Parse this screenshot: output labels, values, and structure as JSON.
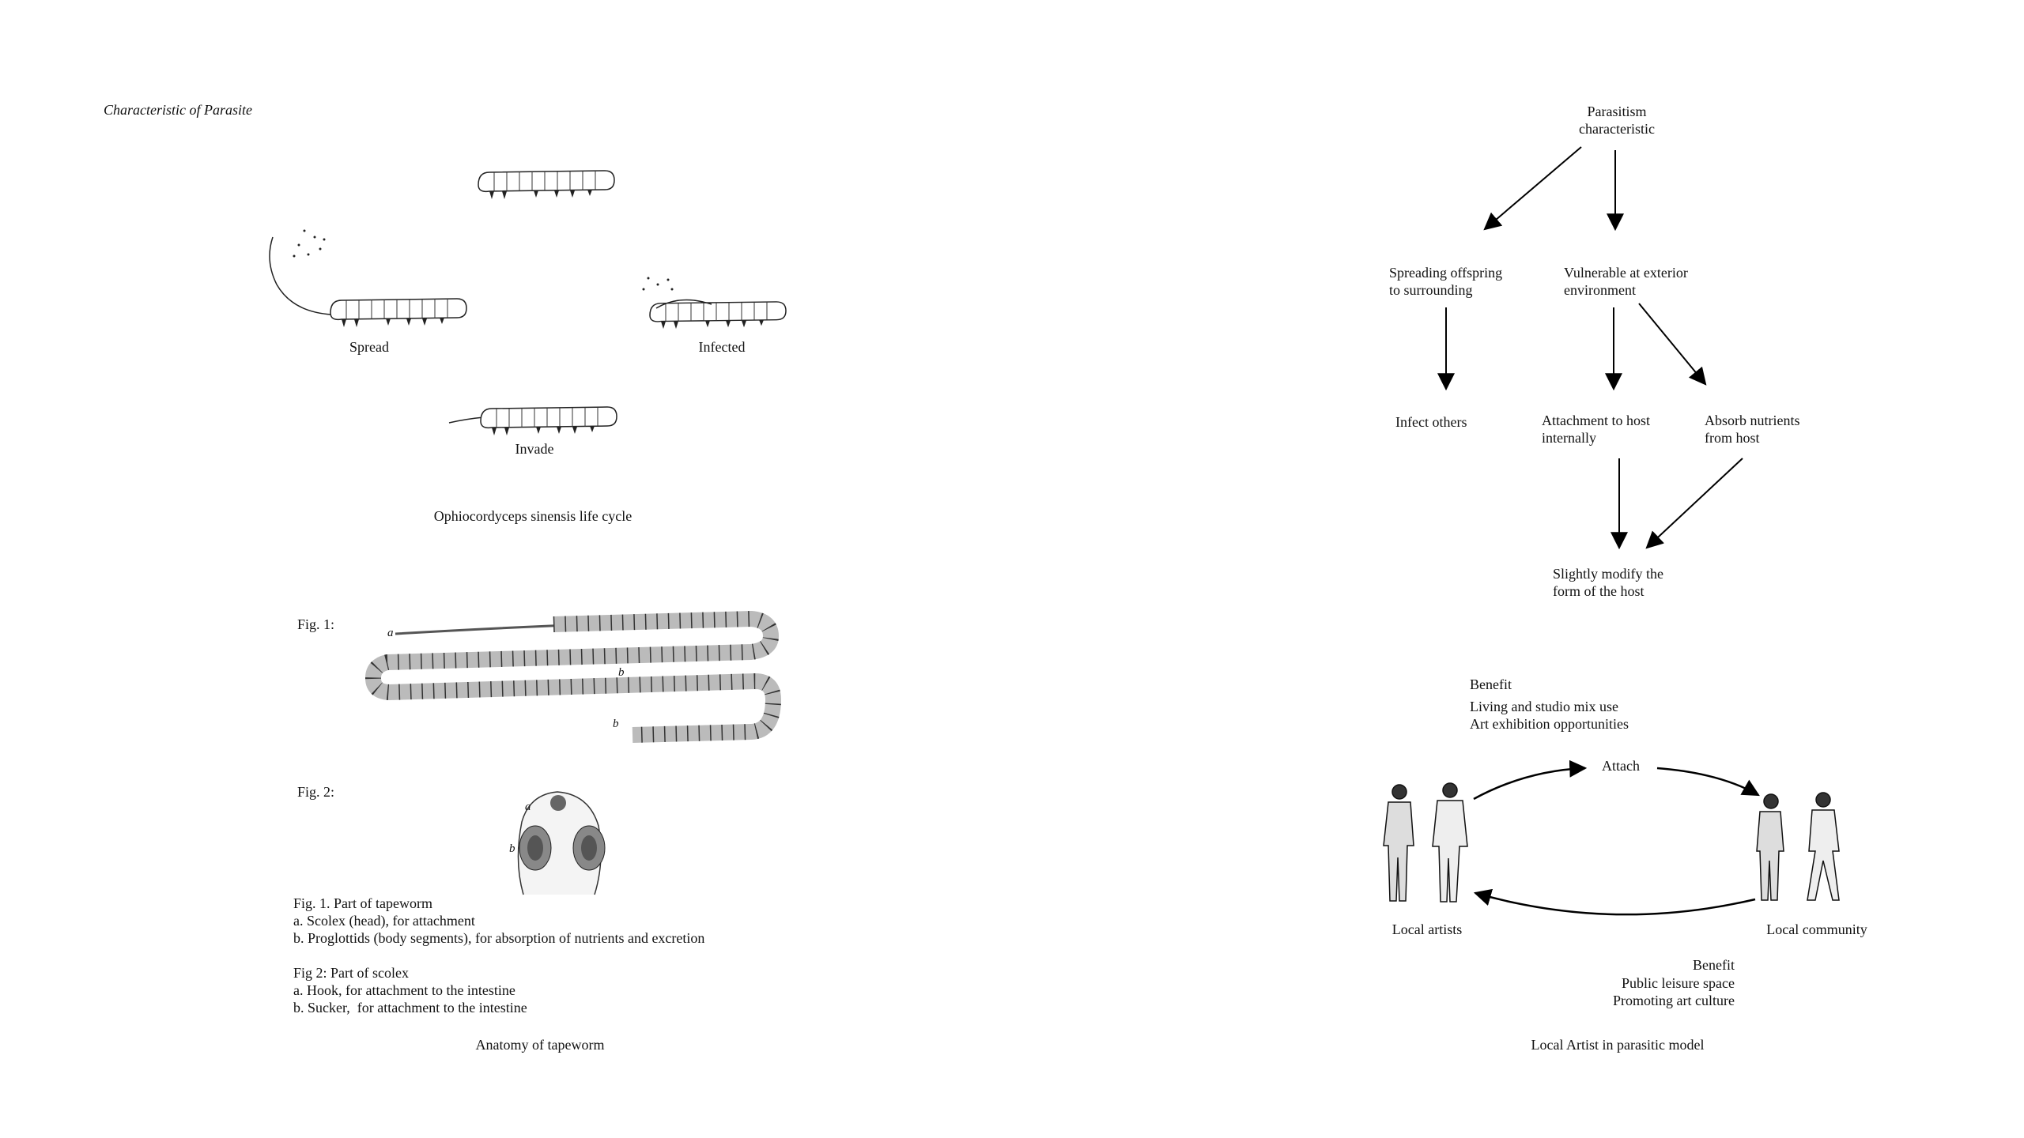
{
  "page_title": "Characteristic of Parasite",
  "lifecycle": {
    "labels": {
      "spread": "Spread",
      "infected": "Infected",
      "invade": "Invade"
    },
    "caption": "Ophiocordyceps sinensis life cycle"
  },
  "tapeworm": {
    "fig1_label": "Fig. 1:",
    "fig2_label": "Fig. 2:",
    "fig1_marks": {
      "a": "a",
      "b": "b"
    },
    "fig2_marks": {
      "a": "a",
      "b": "b"
    },
    "notes": [
      "Fig. 1. Part of tapeworm",
      "a. Scolex (head), for attachment",
      "b. Proglottids (body segments), for absorption of nutrients and excretion",
      "",
      "Fig 2: Part of scolex",
      "a. Hook, for attachment to the intestine",
      "b. Sucker,  for attachment to the intestine"
    ],
    "caption": "Anatomy of tapeworm"
  },
  "flowchart": {
    "root": [
      "Parasitism",
      "characteristic"
    ],
    "spreading": [
      "Spreading offspring",
      "to surrounding"
    ],
    "vulnerable": [
      "Vulnerable at exterior",
      "environment"
    ],
    "infect": [
      "Infect others"
    ],
    "attachment": [
      "Attachment to host",
      "internally"
    ],
    "absorb": [
      "Absorb nutrients",
      "from host"
    ],
    "modify": [
      "Slightly modify the",
      "form of the host"
    ]
  },
  "model": {
    "benefit_artists": {
      "title": "Benefit",
      "items": [
        "Living and studio mix use",
        "Art exhibition opportunities"
      ]
    },
    "attach_label": "Attach",
    "artists_label": "Local artists",
    "community_label": "Local community",
    "benefit_community": {
      "title": "Benefit",
      "items": [
        "Public leisure space",
        "Promoting art culture"
      ]
    },
    "caption": "Local Artist in parasitic model"
  }
}
